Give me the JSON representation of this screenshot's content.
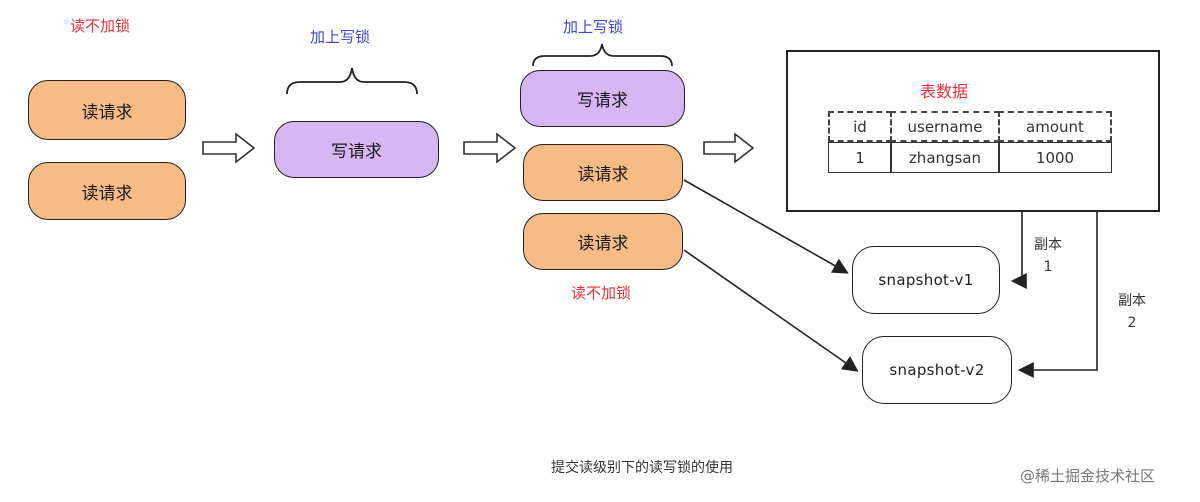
{
  "labels": {
    "no_lock_left": "读不加锁",
    "write_lock_1": "加上写锁",
    "write_lock_2": "加上写锁",
    "no_lock_bottom": "读不加锁"
  },
  "requests": {
    "read": "读请求",
    "write": "写请求"
  },
  "table": {
    "title": "表数据",
    "headers": [
      "id",
      "username",
      "amount"
    ],
    "row": [
      "1",
      "zhangsan",
      "1000"
    ]
  },
  "snapshots": {
    "v1": "snapshot-v1",
    "v2": "snapshot-v2"
  },
  "copies": {
    "copy1_line1": "副本",
    "copy1_line2": "1",
    "copy2_line1": "副本",
    "copy2_line2": "2"
  },
  "caption": "提交读级别下的读写锁的使用",
  "watermark": "@稀土掘金技术社区"
}
